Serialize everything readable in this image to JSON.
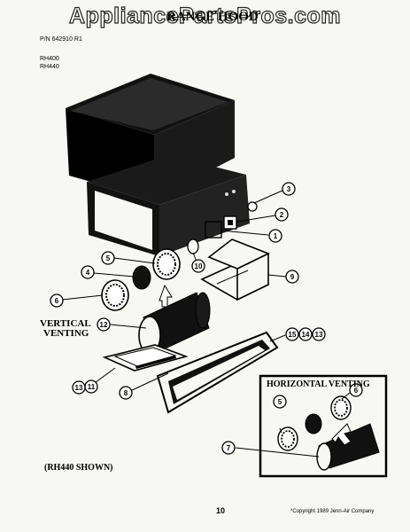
{
  "watermark": "AppliancePartsPros.com",
  "header": {
    "title": "RANGE HOOD",
    "line1": "",
    "line2": "",
    "part_number": "P/N 642910 R1",
    "models": [
      "RH400",
      "RH440"
    ]
  },
  "labels": {
    "vertical_venting_1": "VERTICAL",
    "vertical_venting_2": "VENTING",
    "horizontal_venting": "HORIZONTAL VENTING",
    "shown": "(RH440 SHOWN)",
    "page_number": "10",
    "copyright": "*Copyright 1989 Jenn-Air Company"
  },
  "callouts": [
    {
      "id": "c3",
      "text": "3"
    },
    {
      "id": "c2",
      "text": "2"
    },
    {
      "id": "c1",
      "text": "1"
    },
    {
      "id": "c5",
      "text": "5"
    },
    {
      "id": "c10",
      "text": "10"
    },
    {
      "id": "c4",
      "text": "4"
    },
    {
      "id": "c9",
      "text": "9"
    },
    {
      "id": "c6",
      "text": "6"
    },
    {
      "id": "c12",
      "text": "12"
    },
    {
      "id": "c15",
      "text": "15"
    },
    {
      "id": "c14",
      "text": "14"
    },
    {
      "id": "c13a",
      "text": "13"
    },
    {
      "id": "c13b",
      "text": "13"
    },
    {
      "id": "c11",
      "text": "11"
    },
    {
      "id": "c8",
      "text": "8"
    },
    {
      "id": "c5b",
      "text": "5"
    },
    {
      "id": "c6b",
      "text": "6"
    },
    {
      "id": "c7",
      "text": "7"
    }
  ]
}
